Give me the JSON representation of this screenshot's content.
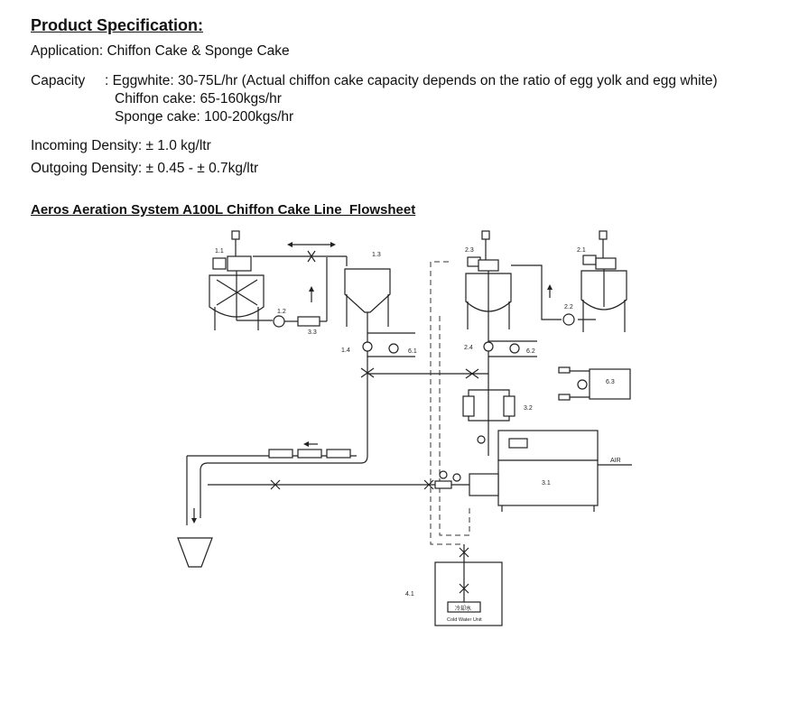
{
  "spec": {
    "heading": "Product Specification:",
    "application": "Application: Chiffon Cake & Sponge Cake",
    "capacity_label": "Capacity",
    "capacity_line1": ": Eggwhite: 30-75L/hr (Actual chiffon cake capacity depends on the ratio of egg yolk and egg white)",
    "capacity_line2": "Chiffon cake: 65-160kgs/hr",
    "capacity_line3": "Sponge cake: 100-200kgs/hr",
    "incoming_density": "Incoming Density:  ± 1.0 kg/ltr",
    "outgoing_density": "Outgoing Density:  ± 0.45 - ± 0.7kg/ltr"
  },
  "flowsheet": {
    "title": "Aeros Aeration System A100L Chiffon Cake Line_Flowsheet",
    "labels": {
      "l11": "1.1",
      "l12": "1.2",
      "l13": "1.3",
      "l14": "1.4",
      "l21": "2.1",
      "l22": "2.2",
      "l23": "2.3",
      "l24": "2.4",
      "l31": "3.1",
      "l32": "3.2",
      "l33": "3.3",
      "l41": "4.1",
      "l61": "6.1",
      "l62": "6.2",
      "l63": "6.3",
      "air": "AIR",
      "cold_cn": "冷却水",
      "cold_en": "Cold Water Unit"
    }
  }
}
